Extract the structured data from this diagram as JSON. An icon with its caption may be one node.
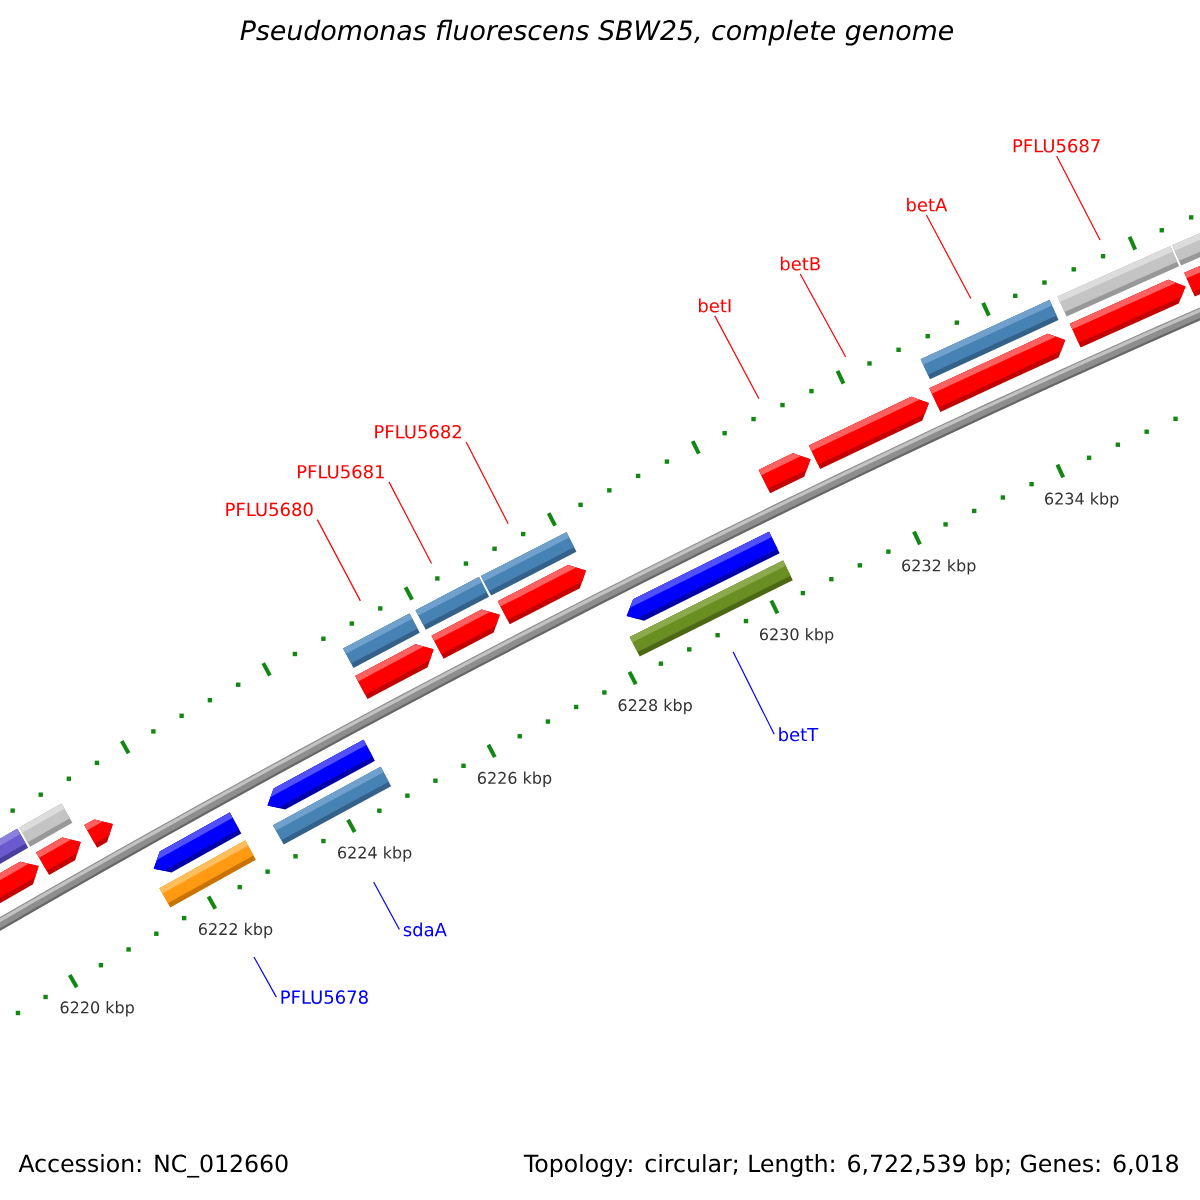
{
  "diagram": {
    "title": "Pseudomonas fluorescens SBW25, complete genome",
    "nodes": [
      {
        "text": [
          "PFLU5687"
        ]
      },
      {
        "text": [
          "betA"
        ]
      },
      {
        "text": [
          "betB"
        ]
      },
      {
        "text": [
          "betI"
        ]
      },
      {
        "text": [
          "PFLU5682"
        ]
      },
      {
        "text": [
          "PFLU5681"
        ]
      },
      {
        "text": [
          "PFLU5680"
        ]
      },
      {
        "text": [
          "betT"
        ]
      },
      {
        "text": [
          "sdaA"
        ]
      },
      {
        "text": [
          "PFLU5678"
        ]
      },
      {
        "text": [],
        "shape": "bar"
      },
      {
        "text": [],
        "shape": "bar"
      },
      {
        "text": [],
        "shape": "bar"
      },
      {
        "text": [],
        "shape": "bar"
      },
      {
        "text": [],
        "shape": "bar"
      },
      {
        "text": [],
        "shape": "bar"
      }
    ],
    "edges": [
      {
        "from": 0,
        "to": 10,
        "arrow": "none"
      },
      {
        "from": 1,
        "to": 11,
        "arrow": "none"
      },
      {
        "from": 2,
        "to": null,
        "arrow": "none"
      },
      {
        "from": 3,
        "to": null,
        "arrow": "none"
      },
      {
        "from": 4,
        "to": 12,
        "arrow": "none"
      },
      {
        "from": 5,
        "to": 13,
        "arrow": "none"
      },
      {
        "from": 6,
        "to": 14,
        "arrow": "none"
      },
      {
        "from": 7,
        "to": 15,
        "arrow": "none",
        "color": "#0000ff"
      },
      {
        "from": 8,
        "to": null,
        "arrow": "none",
        "color": "#0000ff"
      },
      {
        "from": 9,
        "to": null,
        "arrow": "none",
        "color": "#0000ff"
      }
    ],
    "labels": [
      "6234 kbp",
      "6232 kbp",
      "6230 kbp",
      "6228 kbp",
      "6226 kbp",
      "6224 kbp",
      "6222 kbp",
      "6220 kbp",
      "Accession: NC_012660",
      "Topology: circular; Length: 6,722,539 bp; Genes: 6,018"
    ]
  }
}
